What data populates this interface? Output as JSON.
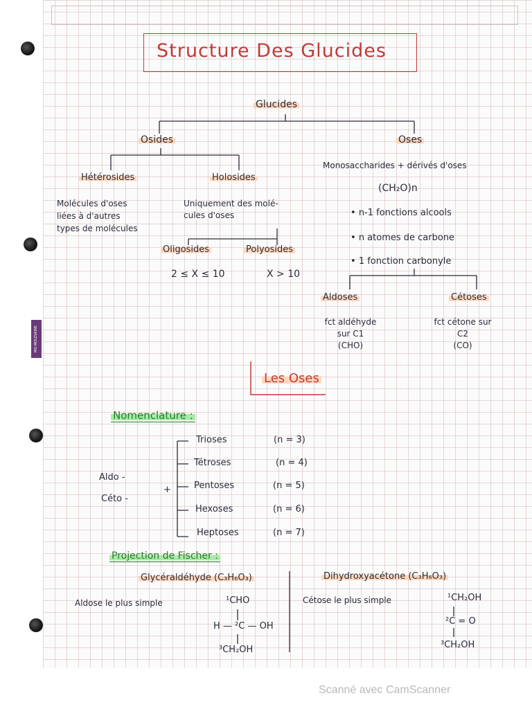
{
  "title": "Structure Des Glucides",
  "tree": {
    "root": "Glucides",
    "osides": "Osides",
    "oses": "Oses",
    "heterosides": "Hétérosides",
    "holosides": "Holosides",
    "heterosides_desc": [
      "Molécules d'oses",
      "liées à d'autres",
      "types de molécules"
    ],
    "holosides_desc": [
      "Uniquement des molé-",
      "cules d'oses"
    ],
    "oligosides": "Oligosides",
    "polyosides": "Polyosides",
    "oligosides_range": "2 ≤ X ≤ 10",
    "polyosides_range": "X > 10",
    "oses_desc": "Monosaccharides + dérivés d'oses",
    "formula": "(CH₂O)n",
    "bullets": [
      "n-1 fonctions alcools",
      "n  atomes de carbone",
      "1 fonction carbonyle"
    ],
    "aldoses": "Aldoses",
    "cetoses": "Cétoses",
    "aldoses_desc": [
      "fct aldéhyde",
      "sur C1",
      "(CHO)"
    ],
    "cetoses_desc": [
      "fct cétone sur",
      "C2",
      "(CO)"
    ]
  },
  "section_title": "Les Oses",
  "nomenclature": {
    "heading": "Nomenclature :",
    "prefixes": [
      "Aldo -",
      "Céto -"
    ],
    "plus": "+",
    "items": [
      {
        "name": "Trioses",
        "n": "(n = 3)"
      },
      {
        "name": "Tétroses",
        "n": "(n = 4)"
      },
      {
        "name": "Pentoses",
        "n": "(n = 5)"
      },
      {
        "name": "Hexoses",
        "n": "(n = 6)"
      },
      {
        "name": "Heptoses",
        "n": "(n = 7)"
      }
    ]
  },
  "fischer": {
    "heading": "Projection de Fischer :",
    "left": {
      "name": "Glycéraldéhyde (C₃H₆O₃)",
      "desc": "Aldose le plus simple",
      "c1": "¹CHO",
      "c2": "H — ²C — OH",
      "c3": "³CH₂OH"
    },
    "right": {
      "name": "Dihydroxyacétone (C₃H₆O₃)",
      "desc": "Cétose le plus simple",
      "c1": "¹CH₂OH",
      "c2": "²C = O",
      "c3": "³CH₂OH"
    }
  },
  "tab_label": "MO MOLESKINE",
  "watermark": "Scanné avec CamScanner",
  "colors": {
    "ink": "#2a2a3a",
    "title_red": "#c23a3a",
    "highlight_orange": "#ffcdaa",
    "highlight_green": "#96e696",
    "green_ink": "#2a7a2a"
  }
}
